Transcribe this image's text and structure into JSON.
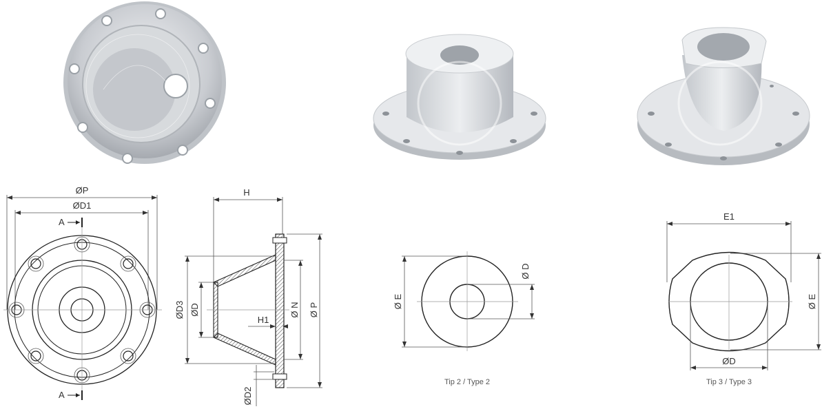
{
  "labels": {
    "dim_P": "ØP",
    "dim_D1": "ØD1",
    "section_A_top": "A",
    "section_A_bottom": "A",
    "dim_H": "H",
    "dim_D3": "ØD3",
    "dim_D_side": "ØD",
    "dim_H1": "H1",
    "dim_N": "Ø N",
    "dim_P_side": "Ø P",
    "dim_D2": "ØD2",
    "dim_E_type2": "Ø E",
    "dim_D_type2": "Ø D",
    "dim_E1": "E1",
    "dim_E_type3": "Ø E",
    "dim_D_type3": "ØD"
  },
  "captions": {
    "type2": "Tip 2 / Type 2",
    "type3": "Tip 3 / Type 3"
  },
  "colors": {
    "line": "#222222",
    "part": "#cfd2d6",
    "part_dark": "#a9adb3",
    "part_light": "#eef0f2"
  }
}
